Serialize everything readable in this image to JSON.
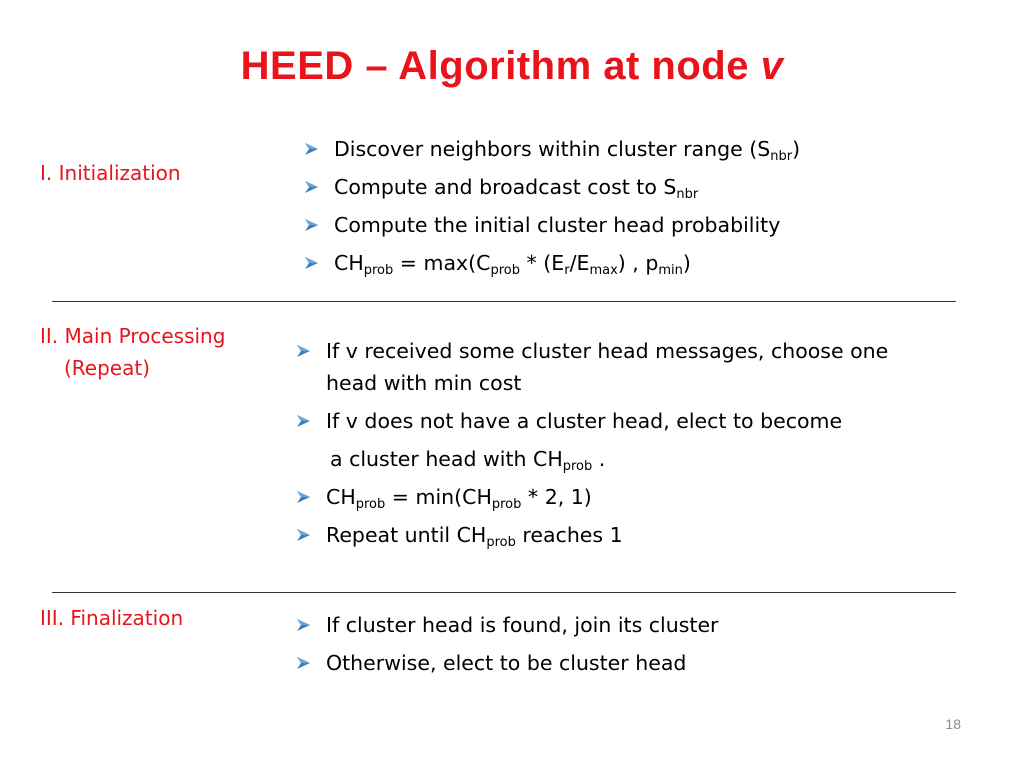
{
  "title": {
    "main": "HEED – Algorithm at node ",
    "italic": "v"
  },
  "sections": {
    "init": {
      "label": "I. Initialization",
      "bullets": {
        "b1": {
          "pre": "Discover neighbors within cluster range (S",
          "sub": "nbr",
          "post": ")"
        },
        "b2": {
          "pre": "Compute and broadcast cost to S",
          "sub": "nbr"
        },
        "b3": {
          "text": "Compute the initial cluster head probability"
        },
        "b4": {
          "t1": "CH",
          "s1": "prob",
          "t2": " = max(C",
          "s2": "prob",
          "t3": " * (E",
          "s3": "r",
          "t4": "/E",
          "s4": "max",
          "t5": ") , p",
          "s5": "min",
          "t6": ")"
        }
      }
    },
    "main": {
      "label_line1": "II. Main Processing",
      "label_line2": "(Repeat)",
      "bullets": {
        "b1": {
          "line1": "If v received some cluster head messages, choose one",
          "line2": "head with min cost"
        },
        "b2": {
          "line1": "If v does not have a cluster head, elect to become",
          "line2_pre": "a cluster head with CH",
          "line2_sub": "prob",
          "line2_post": " ."
        },
        "b3": {
          "t1": "CH",
          "s1": "prob",
          "t2": " = min(CH",
          "s2": "prob",
          "t3": " * 2, 1)"
        },
        "b4": {
          "t1": "Repeat until CH",
          "s1": "prob",
          "t2": " reaches 1"
        }
      }
    },
    "final": {
      "label": "III. Finalization",
      "bullets": {
        "b1": {
          "text": "If cluster head is found, join its cluster"
        },
        "b2": {
          "text": "Otherwise, elect to be cluster head"
        }
      }
    }
  },
  "page_number": "18",
  "colors": {
    "title": "#e8131b",
    "label": "#e8131b",
    "arrow": "#3a7fc1",
    "rule": "#333333"
  },
  "icons": {
    "bullet": "arrow-bullet-icon"
  }
}
